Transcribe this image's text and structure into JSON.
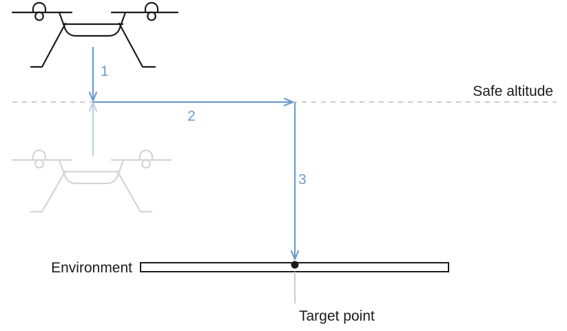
{
  "labels": {
    "safe_altitude": "Safe altitude",
    "environment": "Environment",
    "target_point": "Target point"
  },
  "steps": [
    "1",
    "2",
    "3"
  ],
  "colors": {
    "path": "#6b9bd2",
    "drone_active": "#1a1a1a",
    "drone_ghost": "#d4d4d4",
    "guide_line": "#cccccc",
    "environment_stroke": "#1a1a1a",
    "target_marker": "#1a1a1a"
  }
}
